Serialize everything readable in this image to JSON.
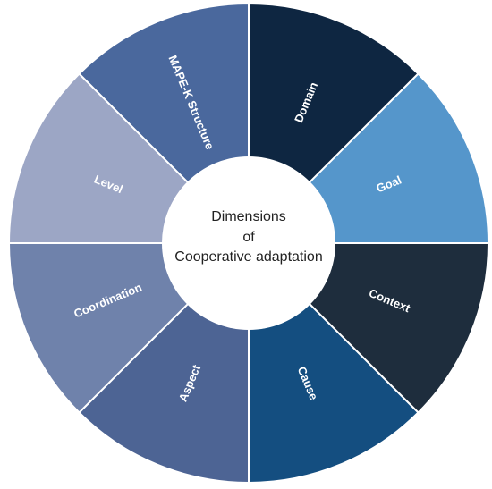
{
  "center": {
    "line1": "Dimensions",
    "line2": "of",
    "line3": "Cooperative adaptation"
  },
  "segments": [
    {
      "label": "Domain",
      "color": "#0e2641"
    },
    {
      "label": "Goal",
      "color": "#5596cb"
    },
    {
      "label": "Context",
      "color": "#1e2d3d"
    },
    {
      "label": "Cause",
      "color": "#144e80"
    },
    {
      "label": "Aspect",
      "color": "#4d6494"
    },
    {
      "label": "Coordination",
      "color": "#6f82ab"
    },
    {
      "label": "Level",
      "color": "#9ca6c5"
    },
    {
      "label": "MAPE-K Structure",
      "color": "#4a689d"
    }
  ]
}
